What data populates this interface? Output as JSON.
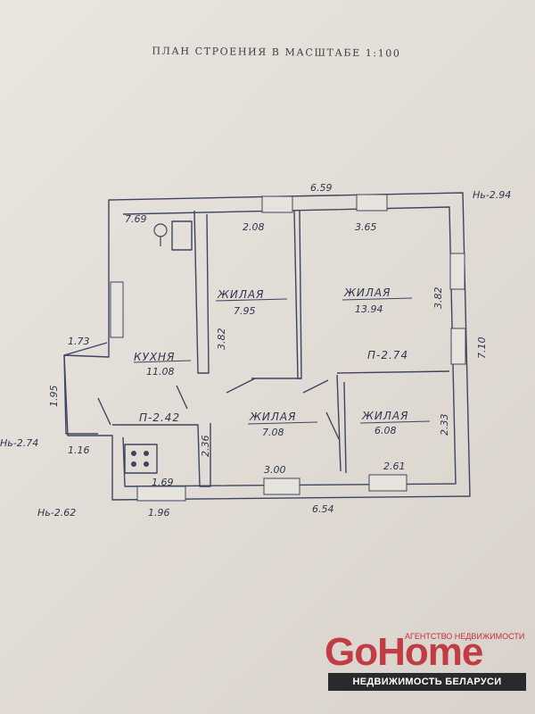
{
  "document": {
    "title": "ПЛАН СТРОЕНИЯ В МАСШТАБЕ 1:100"
  },
  "plan": {
    "dimensions": {
      "top_overall": "6.59",
      "top_right_level": "Нь-2.94",
      "kitchen_top": "7.69",
      "room1_top": "2.08",
      "room2_top": "3.65",
      "room1_height": "3.82",
      "room2_height": "3.82",
      "right_side": "7.10",
      "porch_width": "1.73",
      "porch_depth": "1.95",
      "left_level": "Нь-2.74",
      "porch_bottom": "1.16",
      "hall_bottom": "1.69",
      "bottom_level": "Нь-2.62",
      "hall_bottom_outer": "1.96",
      "bottom_overall": "6.54",
      "room3_bottom": "3.00",
      "room4_bottom": "2.61",
      "hall_height": "2.36",
      "room4_height": "2.33"
    },
    "rooms": {
      "kitchen": {
        "label": "КУХНЯ",
        "area": "11.08"
      },
      "hall": {
        "label": "П-2.42"
      },
      "corridor": {
        "label": "П-2.74"
      },
      "living1": {
        "label": "ЖИЛАЯ",
        "area": "7.95"
      },
      "living2": {
        "label": "ЖИЛАЯ",
        "area": "13.94"
      },
      "living3": {
        "label": "ЖИЛАЯ",
        "area": "7.08"
      },
      "living4": {
        "label": "ЖИЛАЯ",
        "area": "6.08"
      }
    }
  },
  "watermark": {
    "brand": "GoHome",
    "subtitle": "АГЕНТСТВО НЕДВИЖИМОСТИ",
    "tagline": "НЕДВИЖИМОСТЬ БЕЛАРУСИ"
  }
}
